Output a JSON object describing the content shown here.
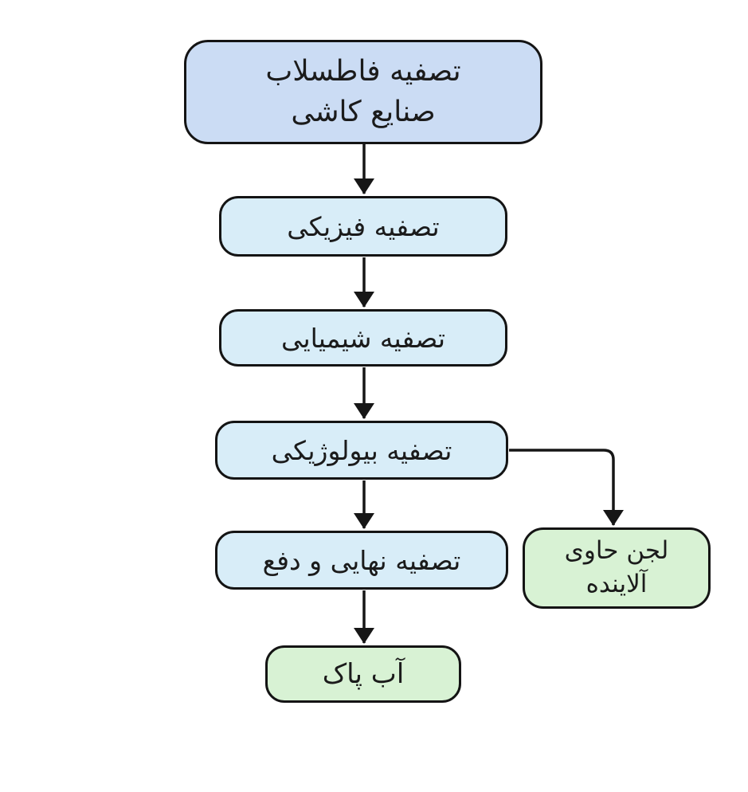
{
  "page": {
    "background": "#ffffff",
    "description": "flowchart-of-tile-industry-wastewater-treatment"
  },
  "diagram": {
    "type": "flowchart",
    "language": "fa",
    "text_direction": "rtl",
    "flow_direction": "top-down",
    "colors": {
      "node_blue_top": "#cbdcf4",
      "node_blue": "#d8edf8",
      "node_green": "#d8f2d4",
      "node_border": "#141414",
      "arrow": "#161616",
      "text": "#1b1b1b",
      "background": "#ffffff"
    },
    "nodes": [
      {
        "id": "source",
        "kind": "process",
        "fill": "#cbdcf4",
        "label_lines": [
          "تصفیه فاطسلاب",
          "صنایع کاشی"
        ]
      },
      {
        "id": "physical",
        "kind": "process",
        "fill": "#d8edf8",
        "label_lines": [
          "تصفیه فیزیکی"
        ]
      },
      {
        "id": "chemical",
        "kind": "process",
        "fill": "#d8edf8",
        "label_lines": [
          "تصفیه شیمیایی"
        ]
      },
      {
        "id": "biological",
        "kind": "process",
        "fill": "#d8edf8",
        "label_lines": [
          "تصفیه بیولوژیکی"
        ]
      },
      {
        "id": "final",
        "kind": "process",
        "fill": "#d8edf8",
        "label_lines": [
          "تصفیه نهایی و دفع"
        ]
      },
      {
        "id": "clean-water",
        "kind": "output",
        "fill": "#d8f2d4",
        "label_lines": [
          "آب پاک"
        ]
      },
      {
        "id": "sludge",
        "kind": "output",
        "fill": "#d8f2d4",
        "label_lines": [
          "لجن حاوی",
          "آلاینده"
        ]
      }
    ],
    "edges": [
      {
        "from": "source",
        "to": "physical",
        "style": "arrow"
      },
      {
        "from": "physical",
        "to": "chemical",
        "style": "arrow"
      },
      {
        "from": "chemical",
        "to": "biological",
        "style": "arrow"
      },
      {
        "from": "biological",
        "to": "final",
        "style": "arrow"
      },
      {
        "from": "final",
        "to": "clean-water",
        "style": "arrow"
      },
      {
        "from": "biological",
        "to": "sludge",
        "style": "arrow-elbow"
      }
    ]
  }
}
